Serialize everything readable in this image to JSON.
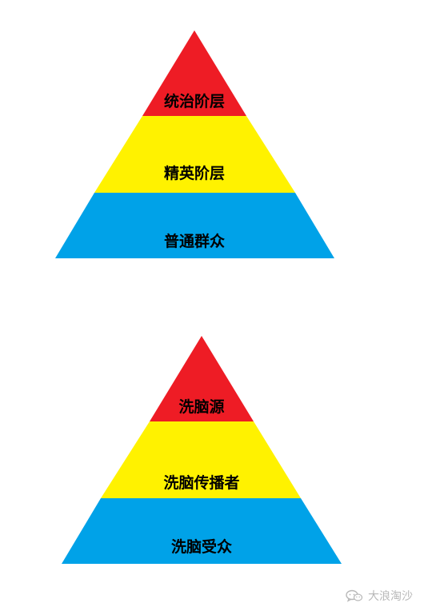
{
  "colors": {
    "top": "#ee1c25",
    "middle": "#fff200",
    "bottom": "#00a2e8",
    "text": "#000000",
    "watermark": "#b8b8b8"
  },
  "pyramids": [
    {
      "tiers": [
        {
          "label": "统治阶层"
        },
        {
          "label": "精英阶层"
        },
        {
          "label": "普通群众"
        }
      ]
    },
    {
      "tiers": [
        {
          "label": "洗脑源"
        },
        {
          "label": "洗脑传播者"
        },
        {
          "label": "洗脑受众"
        }
      ]
    }
  ],
  "watermark": {
    "text": "大浪淘沙",
    "icon": "wechat-icon"
  }
}
